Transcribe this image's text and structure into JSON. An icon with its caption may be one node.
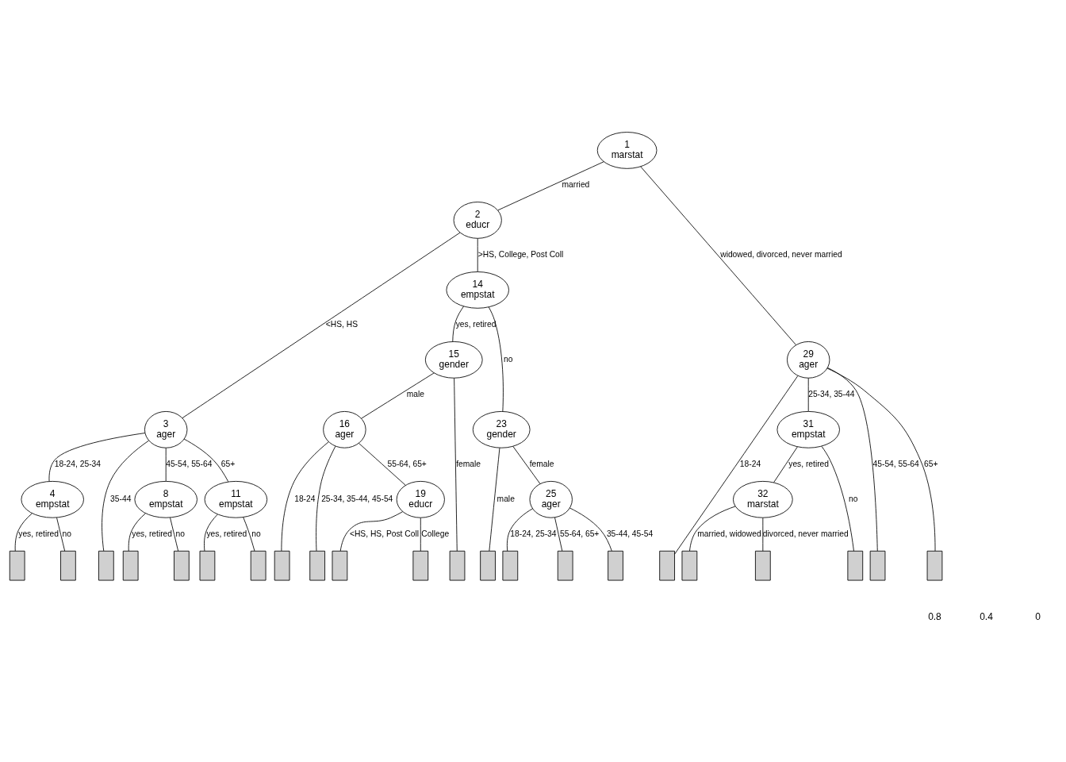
{
  "diagram": {
    "nodes": [
      {
        "text": [
          "1",
          "marstat"
        ]
      },
      {
        "text": [
          "2",
          "educr"
        ]
      },
      {
        "text": [
          "3",
          "ager"
        ]
      },
      {
        "text": [
          "4",
          "empstat"
        ]
      },
      {
        "text": [],
        "shape": "bar"
      },
      {
        "text": [],
        "shape": "bar"
      },
      {
        "text": [],
        "shape": "bar"
      },
      {
        "text": [
          "8",
          "empstat"
        ]
      },
      {
        "text": [],
        "shape": "bar"
      },
      {
        "text": [],
        "shape": "bar"
      },
      {
        "text": [
          "11",
          "empstat"
        ]
      },
      {
        "text": [],
        "shape": "bar"
      },
      {
        "text": [],
        "shape": "bar"
      },
      {
        "text": [
          "14",
          "empstat"
        ]
      },
      {
        "text": [
          "15",
          "gender"
        ]
      },
      {
        "text": [
          "16",
          "ager"
        ]
      },
      {
        "text": [],
        "shape": "bar"
      },
      {
        "text": [],
        "shape": "bar"
      },
      {
        "text": [
          "19",
          "educr"
        ]
      },
      {
        "text": [],
        "shape": "bar"
      },
      {
        "text": [],
        "shape": "bar"
      },
      {
        "text": [],
        "shape": "bar"
      },
      {
        "text": [
          "23",
          "gender"
        ]
      },
      {
        "text": [],
        "shape": "bar"
      },
      {
        "text": [
          "25",
          "ager"
        ]
      },
      {
        "text": [],
        "shape": "bar"
      },
      {
        "text": [],
        "shape": "bar"
      },
      {
        "text": [],
        "shape": "bar"
      },
      {
        "text": [
          "29",
          "ager"
        ]
      },
      {
        "text": [],
        "shape": "bar"
      },
      {
        "text": [
          "31",
          "empstat"
        ]
      },
      {
        "text": [
          "32",
          "marstat"
        ]
      },
      {
        "text": [],
        "shape": "bar"
      },
      {
        "text": [],
        "shape": "bar"
      },
      {
        "text": [],
        "shape": "bar"
      },
      {
        "text": [],
        "shape": "bar"
      },
      {
        "text": [],
        "shape": "bar"
      }
    ],
    "edges": [
      {
        "from": 0,
        "to": 1,
        "arrow": "none",
        "label": "married"
      },
      {
        "from": 0,
        "to": 28,
        "arrow": "none",
        "label": "widowed, divorced, never married"
      },
      {
        "from": 1,
        "to": 2,
        "arrow": "none",
        "label": "<HS, HS"
      },
      {
        "from": 1,
        "to": 13,
        "arrow": "none",
        "label": ">HS, College, Post Coll"
      },
      {
        "from": 2,
        "to": 3,
        "arrow": "none",
        "label": "18-24, 25-34"
      },
      {
        "from": 2,
        "to": 6,
        "arrow": "none",
        "label": "35-44"
      },
      {
        "from": 2,
        "to": 7,
        "arrow": "none",
        "label": "45-54, 55-64"
      },
      {
        "from": 2,
        "to": 10,
        "arrow": "none",
        "label": "65+"
      },
      {
        "from": 3,
        "to": 4,
        "arrow": "none",
        "label": "yes, retired"
      },
      {
        "from": 3,
        "to": 5,
        "arrow": "none",
        "label": "no"
      },
      {
        "from": 7,
        "to": 8,
        "arrow": "none",
        "label": "yes, retired"
      },
      {
        "from": 7,
        "to": 9,
        "arrow": "none",
        "label": "no"
      },
      {
        "from": 10,
        "to": 11,
        "arrow": "none",
        "label": "yes, retired"
      },
      {
        "from": 10,
        "to": 12,
        "arrow": "none",
        "label": "no"
      },
      {
        "from": 13,
        "to": 14,
        "arrow": "none",
        "label": "yes, retired"
      },
      {
        "from": 13,
        "to": 22,
        "arrow": "none",
        "label": "no"
      },
      {
        "from": 14,
        "to": 15,
        "arrow": "none",
        "label": "male"
      },
      {
        "from": 14,
        "to": 21,
        "arrow": "none",
        "label": "female"
      },
      {
        "from": 15,
        "to": 16,
        "arrow": "none",
        "label": "18-24"
      },
      {
        "from": 15,
        "to": 17,
        "arrow": "none",
        "label": "25-34, 35-44, 45-54"
      },
      {
        "from": 15,
        "to": 18,
        "arrow": "none",
        "label": "55-64, 65+"
      },
      {
        "from": 18,
        "to": 19,
        "arrow": "none",
        "label": "<HS, HS, Post Coll"
      },
      {
        "from": 18,
        "to": 20,
        "arrow": "none",
        "label": "College"
      },
      {
        "from": 22,
        "to": 23,
        "arrow": "none",
        "label": "male"
      },
      {
        "from": 22,
        "to": 24,
        "arrow": "none",
        "label": "female"
      },
      {
        "from": 24,
        "to": 25,
        "arrow": "none",
        "label": "18-24, 25-34"
      },
      {
        "from": 24,
        "to": 26,
        "arrow": "none",
        "label": "55-64, 65+"
      },
      {
        "from": 24,
        "to": 27,
        "arrow": "none",
        "label": "35-44, 45-54"
      },
      {
        "from": 28,
        "to": 29,
        "arrow": "none",
        "label": "18-24"
      },
      {
        "from": 28,
        "to": 30,
        "arrow": "none",
        "label": "25-34, 35-44"
      },
      {
        "from": 28,
        "to": 35,
        "arrow": "none",
        "label": "45-54, 55-64"
      },
      {
        "from": 28,
        "to": 36,
        "arrow": "none",
        "label": "65+"
      },
      {
        "from": 30,
        "to": 31,
        "arrow": "none",
        "label": "yes, retired"
      },
      {
        "from": 30,
        "to": 34,
        "arrow": "none",
        "label": "no"
      },
      {
        "from": 31,
        "to": 32,
        "arrow": "none",
        "label": "married, widowed"
      },
      {
        "from": 31,
        "to": 33,
        "arrow": "none",
        "label": "divorced, never married"
      }
    ],
    "labels": [
      "0.8",
      "0.4",
      "0"
    ]
  }
}
